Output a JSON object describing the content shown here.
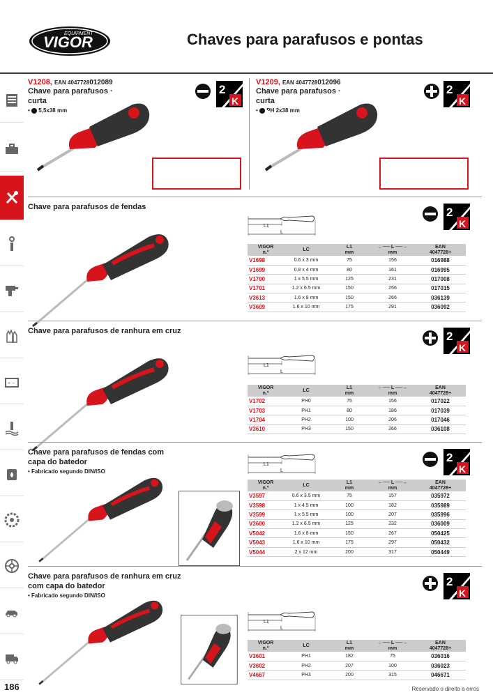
{
  "header": {
    "brand": "VIGOR",
    "brand_sub": "EQUIPMENT",
    "title": "Chaves para parafusos e pontas"
  },
  "footer": {
    "page": "186",
    "note": "Reservado o direito a erros"
  },
  "top": [
    {
      "code": "V1208,",
      "ean_label": "EAN 4047728",
      "ean_num": "012089",
      "name1": "Chave para parafusos ·",
      "name2": "curta",
      "bullet": "5,5x38 mm"
    },
    {
      "code": "V1209,",
      "ean_label": "EAN 4047728",
      "ean_num": "012096",
      "name1": "Chave para parafusos ·",
      "name2": "curta",
      "bullet": "PH 2x38 mm"
    }
  ],
  "badge": {
    "num": "2",
    "letter": "K"
  },
  "dims": {
    "l1": "L1",
    "l": "L"
  },
  "table_headers": {
    "code": "VIGOR n.º",
    "lc": "LC",
    "l1": "L1 mm",
    "l": "←── L ──→ mm",
    "ean": "EAN 4047728+"
  },
  "sections": [
    {
      "title1": "Chave para parafusos de fendas",
      "title2": "",
      "bullet": "",
      "rows": [
        [
          "V1698",
          "0.6 x 3 mm",
          "75",
          "156",
          "016988"
        ],
        [
          "V1699",
          "0.8 x 4 mm",
          "80",
          "161",
          "016995"
        ],
        [
          "V1700",
          "1 x 5.5 mm",
          "125",
          "231",
          "017008"
        ],
        [
          "V1701",
          "1.2 x 6.5 mm",
          "150",
          "256",
          "017015"
        ],
        [
          "V3613",
          "1.6 x 8 mm",
          "150",
          "266",
          "036139"
        ],
        [
          "V3609",
          "1.6 x 10 mm",
          "175",
          "291",
          "036092"
        ]
      ]
    },
    {
      "title1": "Chave para parafusos de ranhura em cruz",
      "title2": "",
      "bullet": "",
      "rows": [
        [
          "V1702",
          "PH0",
          "75",
          "156",
          "017022"
        ],
        [
          "V1703",
          "PH1",
          "80",
          "186",
          "017039"
        ],
        [
          "V1704",
          "PH2",
          "100",
          "206",
          "017046"
        ],
        [
          "V3610",
          "PH3",
          "150",
          "266",
          "036108"
        ]
      ]
    },
    {
      "title1": "Chave para parafusos de fendas com",
      "title2": "capa do batedor",
      "bullet": "Fabricado segundo DIN/ISO",
      "rows": [
        [
          "V3597",
          "0.6 x 3.5 mm",
          "75",
          "157",
          "035972"
        ],
        [
          "V3598",
          "1 x 4.5 mm",
          "100",
          "182",
          "035989"
        ],
        [
          "V3599",
          "1 x 5.5 mm",
          "100",
          "207",
          "035996"
        ],
        [
          "V3600",
          "1.2 x 6.5 mm",
          "125",
          "232",
          "036009"
        ],
        [
          "V5042",
          "1.6 x 8 mm",
          "150",
          "267",
          "050425"
        ],
        [
          "V5043",
          "1.6 x 10 mm",
          "175",
          "297",
          "050432"
        ],
        [
          "V5044",
          "2 x 12 mm",
          "200",
          "317",
          "050449"
        ]
      ]
    },
    {
      "title1": "Chave para parafusos de ranhura em cruz",
      "title2": "com capa do batedor",
      "bullet": "Fabricado segundo DIN/ISO",
      "rows": [
        [
          "V3601",
          "PH1",
          "182",
          "75",
          "036016"
        ],
        [
          "V3602",
          "PH2",
          "207",
          "100",
          "036023"
        ],
        [
          "V4667",
          "PH3",
          "200",
          "315",
          "046671"
        ]
      ]
    }
  ]
}
